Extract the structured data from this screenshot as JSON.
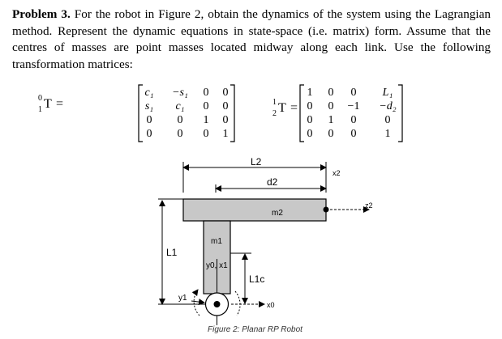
{
  "problem": {
    "label": "Problem 3.",
    "text": " For the robot in Figure 2, obtain the dynamics of the system using the Lagrangian method. Represent the dynamic equations in state-space (i.e. matrix) form. Assume that the centres of masses are point masses located midway along each link. Use the following transformation matrices:"
  },
  "matrix1": {
    "label_sup": "0",
    "label_T": "T",
    "label_sub": "1",
    "equals": "=",
    "rows": [
      [
        "c₁",
        "−s₁",
        "0",
        "0"
      ],
      [
        "s₁",
        "c₁",
        "0",
        "0"
      ],
      [
        "0",
        "0",
        "1",
        "0"
      ],
      [
        "0",
        "0",
        "0",
        "1"
      ]
    ]
  },
  "matrix2": {
    "label_sup": "1",
    "label_T": "T",
    "label_sub": "2",
    "equals": "=",
    "rows": [
      [
        "1",
        "0",
        "0",
        "L₁"
      ],
      [
        "0",
        "0",
        "−1",
        "−d₂"
      ],
      [
        "0",
        "1",
        "0",
        "0"
      ],
      [
        "0",
        "0",
        "0",
        "1"
      ]
    ]
  },
  "figure": {
    "L2": "L2",
    "d2": "d2",
    "x2": "x2",
    "z2": "z2",
    "m2": "m2",
    "m1": "m1",
    "y0x1": "y0, x1",
    "L1": "L1",
    "L1c": "L1c",
    "y1": "y1",
    "x0": "x0",
    "caption": "Figure 2: Planar RP Robot"
  }
}
